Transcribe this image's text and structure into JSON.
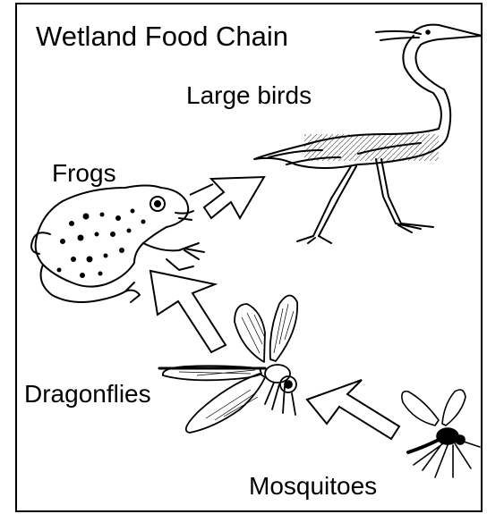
{
  "title": "Wetland Food Chain",
  "organisms": {
    "large_birds": "Large birds",
    "frogs": "Frogs",
    "dragonflies": "Dragonflies",
    "mosquitoes": "Mosquitoes"
  },
  "arrows": [
    {
      "from": "Mosquitoes",
      "to": "Dragonflies"
    },
    {
      "from": "Dragonflies",
      "to": "Frogs"
    },
    {
      "from": "Frogs",
      "to": "Large birds"
    }
  ],
  "icons": [
    "heron-icon",
    "frog-icon",
    "dragonfly-icon",
    "mosquito-icon"
  ]
}
